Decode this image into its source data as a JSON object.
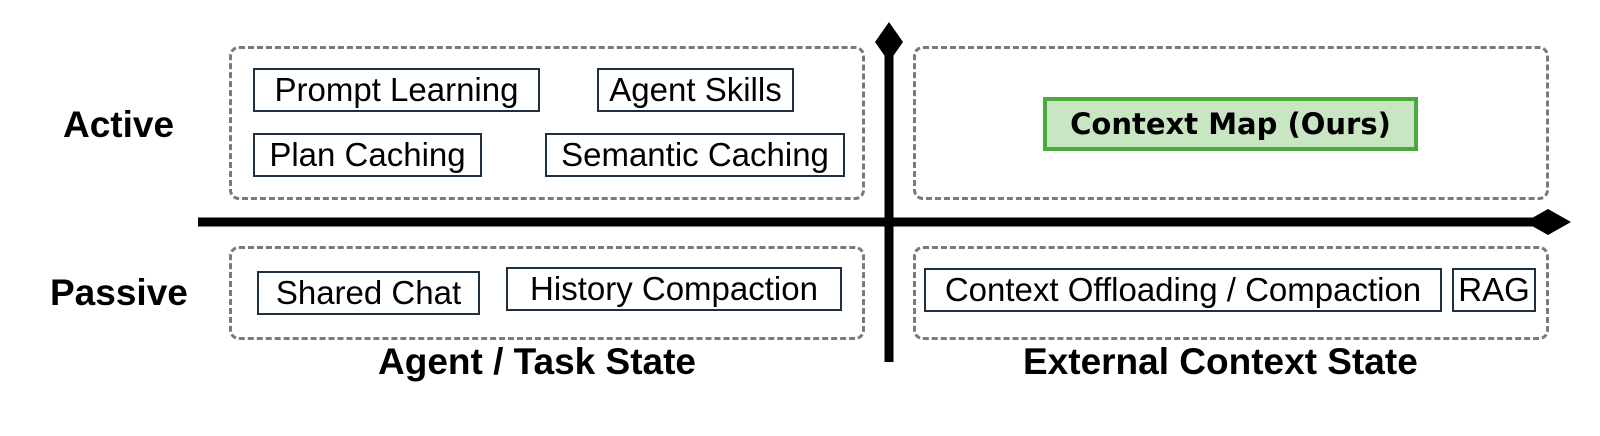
{
  "rows": {
    "active": "Active",
    "passive": "Passive"
  },
  "columns": {
    "agent": "Agent / Task State",
    "external": "External Context State"
  },
  "quadrants": {
    "active_agent": [
      "Prompt Learning",
      "Agent Skills",
      "Plan Caching",
      "Semantic Caching"
    ],
    "active_external": [
      "Context Map (Ours)"
    ],
    "passive_agent": [
      "Shared Chat",
      "History Compaction"
    ],
    "passive_external": [
      "Context Offloading / Compaction",
      "RAG"
    ]
  },
  "colors": {
    "axis": "#000000",
    "dashed_border": "#7a7a7a",
    "tag_border": "#1f3040",
    "highlight_border": "#4aab3d",
    "highlight_fill": "#c8e6c1"
  }
}
